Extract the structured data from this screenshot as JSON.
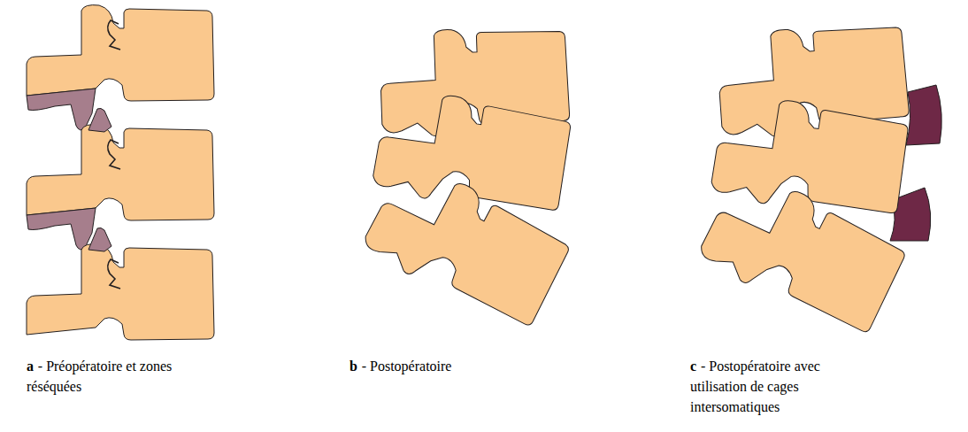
{
  "diagram": {
    "labels": [
      "a",
      "- Préopératoire et zones réséquées",
      "b",
      "- Postopératoire",
      "c",
      "- Postopératoire avec utilisation de cages intersomatiques"
    ]
  }
}
